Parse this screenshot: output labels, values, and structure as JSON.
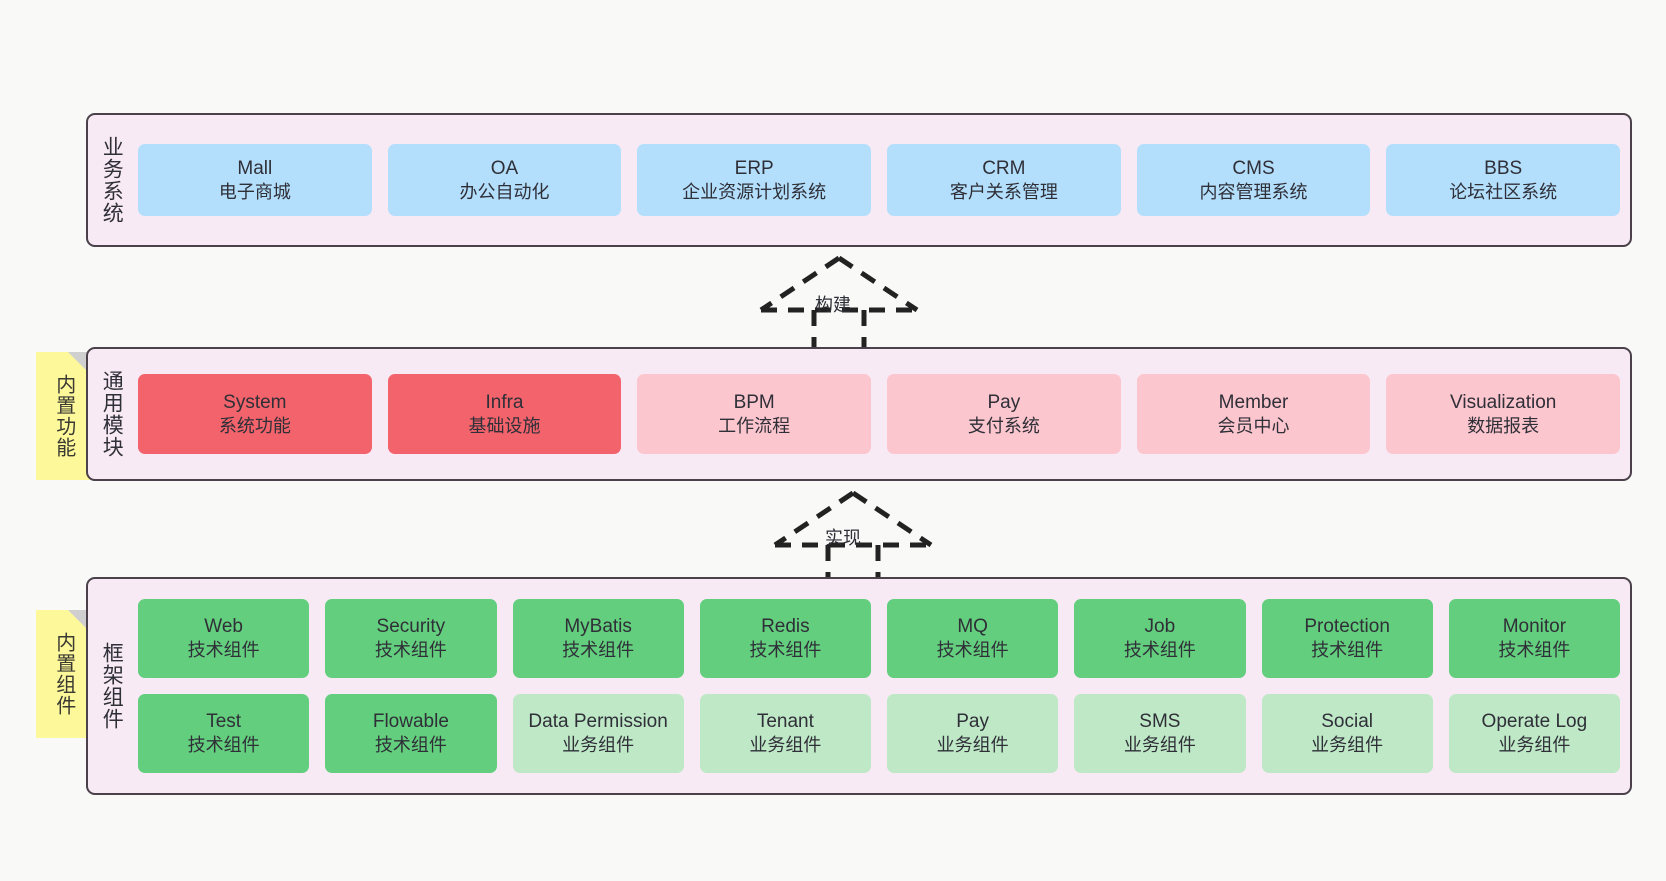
{
  "diagram": {
    "title": "ruoyi-vue-pro architecture",
    "background": "#f9f9f8",
    "layer_bg": "#f8eaf4",
    "layer_border": "#4a414b",
    "note_color": "#fdf89a"
  },
  "notes": [
    {
      "id": "builtin-func",
      "label": "内置功能"
    },
    {
      "id": "builtin-comp",
      "label": "内置组件"
    }
  ],
  "connectors": [
    {
      "id": "build",
      "label": "构建",
      "style": "dashed-generalization-up"
    },
    {
      "id": "impl",
      "label": "实现",
      "style": "dashed-generalization-up"
    }
  ],
  "layers": [
    {
      "id": "business",
      "title": "业务系统",
      "rows": [
        [
          {
            "name": "Mall",
            "sub": "电子商城",
            "color": "#b3dffc",
            "variant": "c-blue"
          },
          {
            "name": "OA",
            "sub": "办公自动化",
            "color": "#b3dffc",
            "variant": "c-blue"
          },
          {
            "name": "ERP",
            "sub": "企业资源计划系统",
            "color": "#b3dffc",
            "variant": "c-blue"
          },
          {
            "name": "CRM",
            "sub": "客户关系管理",
            "color": "#b3dffc",
            "variant": "c-blue"
          },
          {
            "name": "CMS",
            "sub": "内容管理系统",
            "color": "#b3dffc",
            "variant": "c-blue"
          },
          {
            "name": "BBS",
            "sub": "论坛社区系统",
            "color": "#b3dffc",
            "variant": "c-blue"
          }
        ]
      ]
    },
    {
      "id": "common",
      "title": "通用模块",
      "rows": [
        [
          {
            "name": "System",
            "sub": "系统功能",
            "color": "#f2636b",
            "variant": "c-red"
          },
          {
            "name": "Infra",
            "sub": "基础设施",
            "color": "#f2636b",
            "variant": "c-red"
          },
          {
            "name": "BPM",
            "sub": "工作流程",
            "color": "#fcc6ce",
            "variant": "c-pink"
          },
          {
            "name": "Pay",
            "sub": "支付系统",
            "color": "#fcc6ce",
            "variant": "c-pink"
          },
          {
            "name": "Member",
            "sub": "会员中心",
            "color": "#fcc6ce",
            "variant": "c-pink"
          },
          {
            "name": "Visualization",
            "sub": "数据报表",
            "color": "#fcc6ce",
            "variant": "c-pink"
          }
        ]
      ]
    },
    {
      "id": "framework",
      "title": "框架组件",
      "rows": [
        [
          {
            "name": "Web",
            "sub": "技术组件",
            "color": "#63ce7d",
            "variant": "c-green"
          },
          {
            "name": "Security",
            "sub": "技术组件",
            "color": "#63ce7d",
            "variant": "c-green"
          },
          {
            "name": "MyBatis",
            "sub": "技术组件",
            "color": "#63ce7d",
            "variant": "c-green"
          },
          {
            "name": "Redis",
            "sub": "技术组件",
            "color": "#63ce7d",
            "variant": "c-green"
          },
          {
            "name": "MQ",
            "sub": "技术组件",
            "color": "#63ce7d",
            "variant": "c-green"
          },
          {
            "name": "Job",
            "sub": "技术组件",
            "color": "#63ce7d",
            "variant": "c-green"
          },
          {
            "name": "Protection",
            "sub": "技术组件",
            "color": "#63ce7d",
            "variant": "c-green"
          },
          {
            "name": "Monitor",
            "sub": "技术组件",
            "color": "#63ce7d",
            "variant": "c-green"
          }
        ],
        [
          {
            "name": "Test",
            "sub": "技术组件",
            "color": "#63ce7d",
            "variant": "c-green"
          },
          {
            "name": "Flowable",
            "sub": "技术组件",
            "color": "#63ce7d",
            "variant": "c-green"
          },
          {
            "name": "Data Permission",
            "sub": "业务组件",
            "color": "#bfe8c7",
            "variant": "c-lgreen"
          },
          {
            "name": "Tenant",
            "sub": "业务组件",
            "color": "#bfe8c7",
            "variant": "c-lgreen"
          },
          {
            "name": "Pay",
            "sub": "业务组件",
            "color": "#bfe8c7",
            "variant": "c-lgreen"
          },
          {
            "name": "SMS",
            "sub": "业务组件",
            "color": "#bfe8c7",
            "variant": "c-lgreen"
          },
          {
            "name": "Social",
            "sub": "业务组件",
            "color": "#bfe8c7",
            "variant": "c-lgreen"
          },
          {
            "name": "Operate Log",
            "sub": "业务组件",
            "color": "#bfe8c7",
            "variant": "c-lgreen"
          }
        ]
      ]
    }
  ]
}
